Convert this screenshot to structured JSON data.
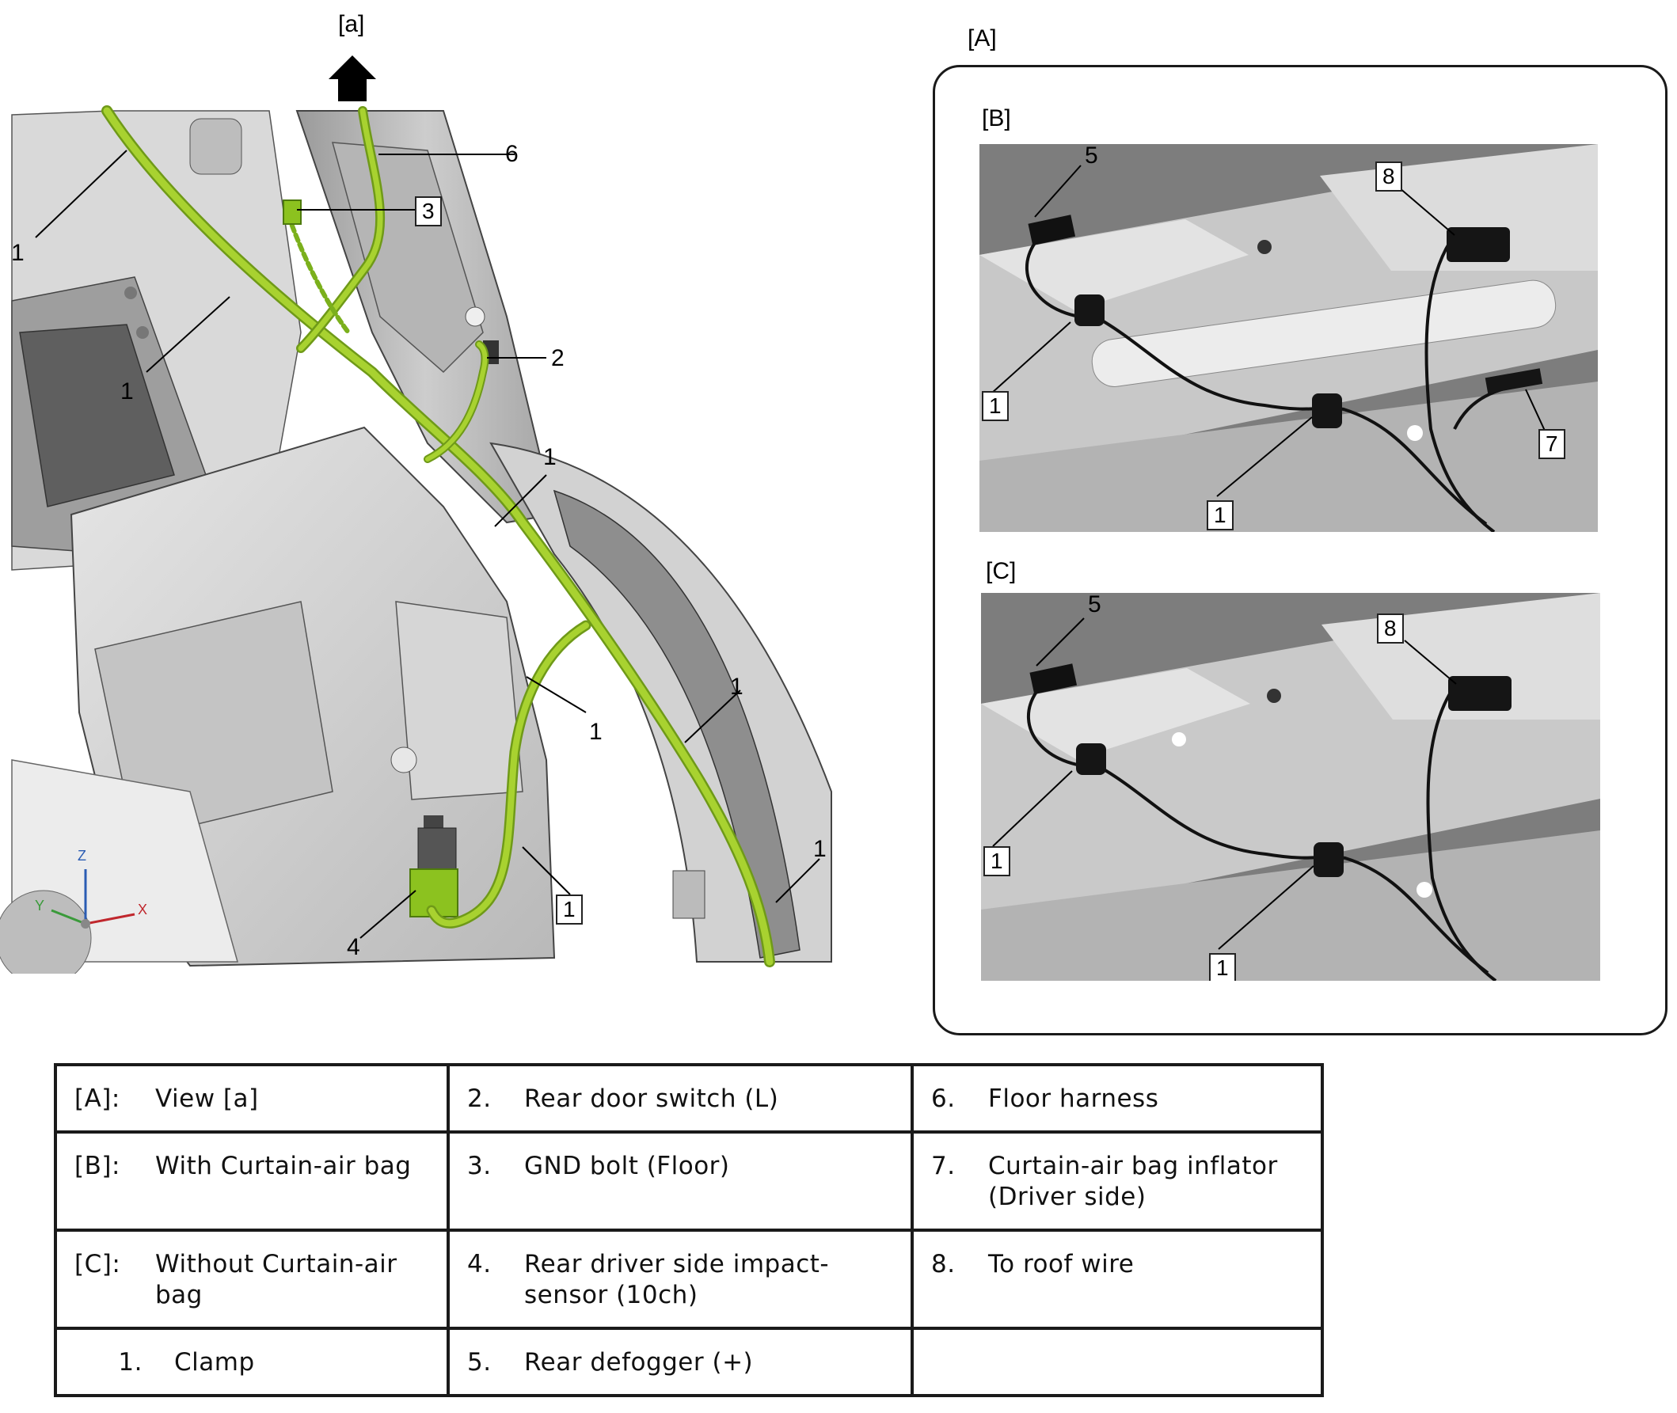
{
  "main_view": {
    "arrow_label": "[a]",
    "callouts": {
      "c1a": "1",
      "c1b": "1",
      "c1c": "1",
      "c1d": "1",
      "c1e": "1",
      "c1f": "1",
      "c1g": "1",
      "c2": "2",
      "c3": "3",
      "c4": "4",
      "c6": "6"
    },
    "axes": {
      "z": "Z",
      "y": "Y",
      "x": "X"
    }
  },
  "inset": {
    "label": "[A]",
    "panel_b": {
      "label": "[B]",
      "callouts": {
        "c5": "5",
        "c8": "8",
        "c1a": "1",
        "c1b": "1",
        "c7": "7"
      }
    },
    "panel_c": {
      "label": "[C]",
      "callouts": {
        "c5": "5",
        "c8": "8",
        "c1a": "1",
        "c1b": "1"
      }
    }
  },
  "legend": [
    [
      {
        "key": "[A]:",
        "desc": "View [a]"
      },
      {
        "key": "2.",
        "desc": "Rear door switch (L)"
      },
      {
        "key": "6.",
        "desc": "Floor harness"
      }
    ],
    [
      {
        "key": "[B]:",
        "desc": "With Curtain-air bag"
      },
      {
        "key": "3.",
        "desc": "GND bolt (Floor)"
      },
      {
        "key": "7.",
        "desc": "Curtain-air bag inflator\n(Driver side)"
      }
    ],
    [
      {
        "key": "[C]:",
        "desc": "Without Curtain-air\nbag"
      },
      {
        "key": "4.",
        "desc": "Rear driver side impact-\nsensor (10ch)"
      },
      {
        "key": "8.",
        "desc": "To roof wire"
      }
    ],
    [
      {
        "key": "1.",
        "desc": "Clamp"
      },
      {
        "key": "5.",
        "desc": "Rear defogger (+)"
      },
      {
        "key": "",
        "desc": ""
      }
    ]
  ],
  "colors": {
    "harness": "#a8d230",
    "harness_dark": "#6f9a18",
    "panel": "#cfcfcf",
    "frame": "#1a1a1a"
  }
}
